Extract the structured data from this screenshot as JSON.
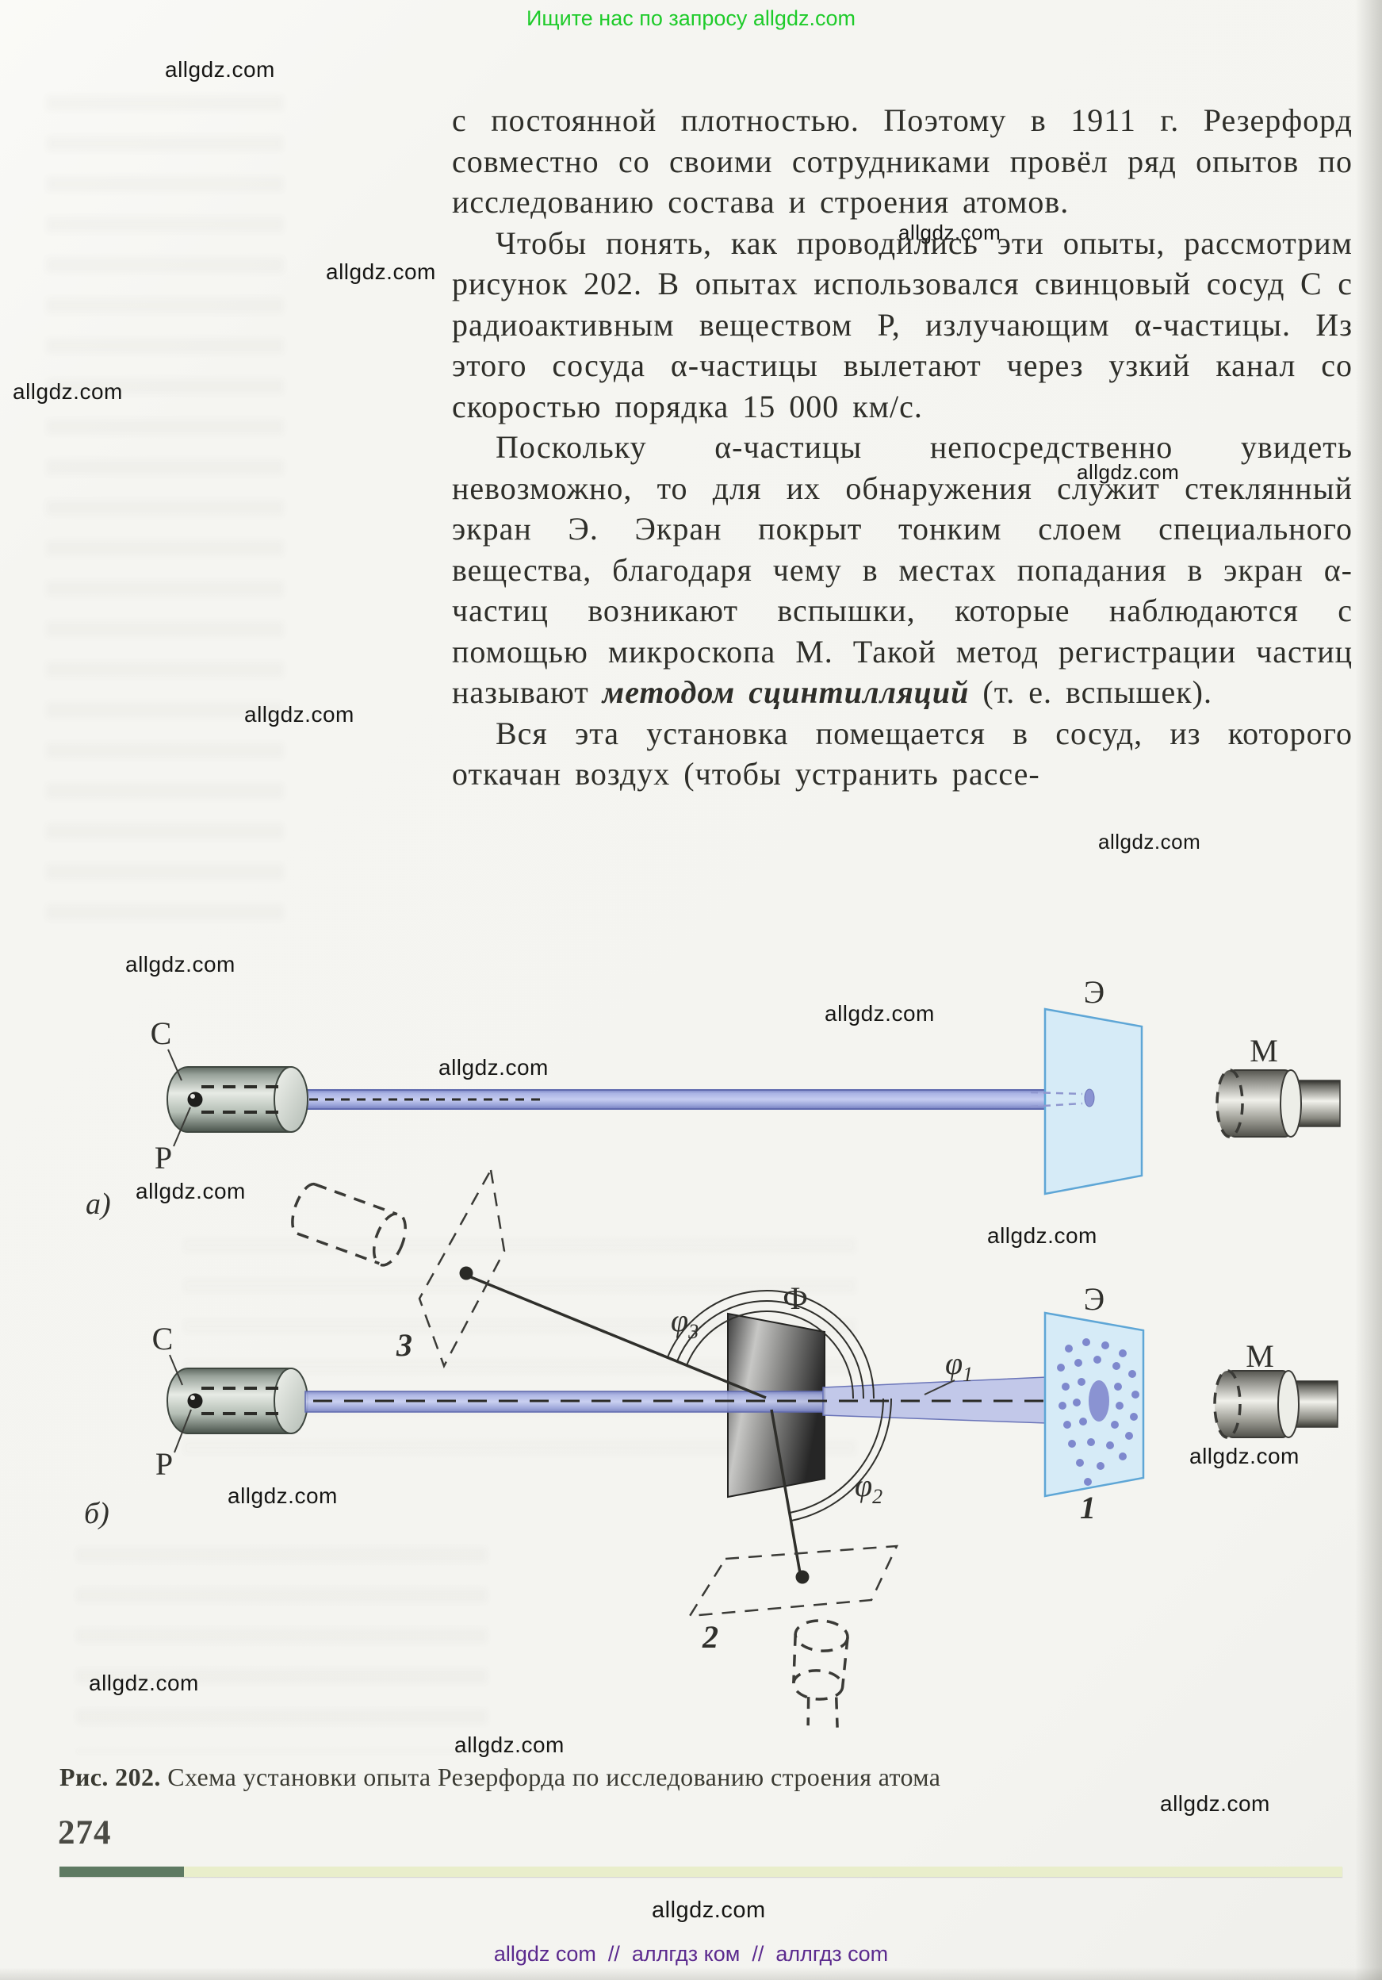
{
  "page": {
    "header_note": "Ищите нас по запросу allgdz.com",
    "watermark": "allgdz.com",
    "page_number": "274",
    "footer_line": "allgdz com  //  аллгдз ком  //  аллгдз com",
    "colors": {
      "header_green": "#1ecb2a",
      "footer_purple": "#5b2a8e",
      "screen_blue": "#d6ebf7",
      "beam_violet": "#aab3e0",
      "bar_dark_green": "#5e7a62",
      "bar_light_green": "#e9eecb"
    }
  },
  "article": {
    "p1": "с постоянной плотностью. Поэтому в 1911 г. Резерфорд совместно со своими сотрудниками провёл ряд опытов по исследованию состава и строения атомов.",
    "p2": "Чтобы понять, как проводились эти опыты, рассмотрим рисунок 202. В опытах использовался свинцовый сосуд С с радиоактивным веществом Р, излучающим α-частицы. Из этого сосуда α-частицы вылетают через узкий канал со скоростью порядка 15 000 км/с.",
    "p3a": "Поскольку α-частицы непосредственно увидеть невозможно, то для их обнаружения служит стеклянный экран Э. Экран покрыт тонким слоем специального вещества, благодаря чему в местах попадания в экран α-частиц возникают вспышки, которые наблюдаются с помощью микроскопа М. Такой метод регистрации частиц называют ",
    "p3b": "методом сцинтилляций",
    "p3c": " (т. е. вспышек).",
    "p4": "Вся эта установка помещается в сосуд, из которого откачан воздух (чтобы устранить рассе-"
  },
  "figure": {
    "caption_label": "Рис. 202.",
    "caption_text": " Схема установки опыта Резерфорда по исследованию строения атома",
    "labels": {
      "vessel": "С",
      "substance": "Р",
      "screen": "Э",
      "microscope": "М",
      "foil": "Ф",
      "sub_a": "а)",
      "sub_b": "б)",
      "n1": "1",
      "n2": "2",
      "n3": "3",
      "phi": "φ",
      "s1": "1",
      "s2": "2",
      "s3": "3"
    }
  }
}
